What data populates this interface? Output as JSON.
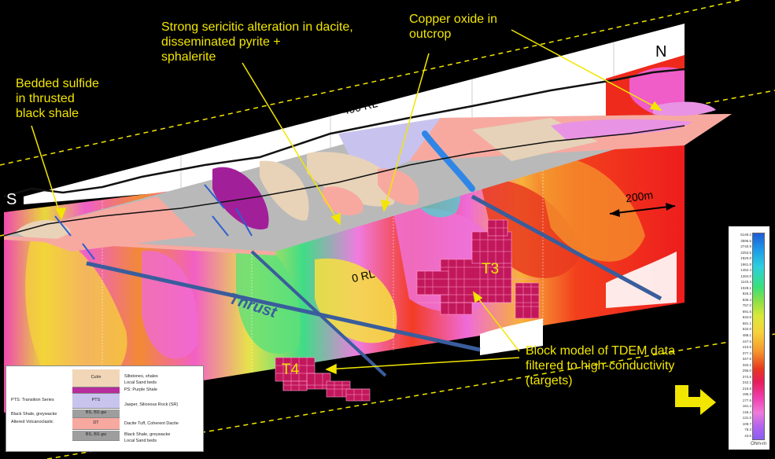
{
  "annotations": {
    "bedded_sulfide": "Bedded sulfide\nin thrusted\nblack shale",
    "sericitic": "Strong sericitic alteration in dacite,\ndisseminated pyrite +\nsphalerite",
    "copper_oxide": "Copper oxide in\noutcrop",
    "block_model": "Block model of TDEM data\nfiltered to high-conductivity\n(targets)"
  },
  "labels": {
    "south": "S",
    "north": "N",
    "rl_400": "400 RL",
    "rl_0": "0 RL",
    "scale": "200m",
    "thrust": "Thrust",
    "t3": "T3",
    "t4": "T4"
  },
  "legend": {
    "culm": "Culm",
    "culm_desc": "Siltstones, shales",
    "culm_sub": "Local Sand beds",
    "ps": "PS: Purple Shale",
    "pts_series": "PTS: Transition Series",
    "pts": "PTS",
    "jasper": "Jasper, Siliceous Rock (SR)",
    "bs_left": "Black Shale, greywacke",
    "bsgw": "BS, BS gw",
    "altered": "Altered Volcanoclastic",
    "dt": "DT",
    "dacite": "Dacite Tuff, Coherent Dacite",
    "bsgw2": "BS, BS gw",
    "bs_right": "Black Shale, greywacke",
    "bs_sub": "Local Sand beds"
  },
  "colorbar": {
    "ticks": [
      "5148.2",
      "3596.5",
      "2740.9",
      "2253.5",
      "1920.8",
      "1661.8",
      "1452.4",
      "1284.0",
      "1143.4",
      "1028.1",
      "926.2",
      "836.4",
      "757.0",
      "691.6",
      "634.6",
      "581.1",
      "532.0",
      "488.1",
      "447.6",
      "410.5",
      "377.4",
      "347.6",
      "320.1",
      "295.0",
      "272.5",
      "242.1",
      "216.8",
      "196.3",
      "177.6",
      "161.4",
      "146.4",
      "131.0",
      "109.7",
      "78.3",
      "43.6"
    ],
    "unit": "Ohm-m"
  },
  "colors": {
    "annotation": "#f2e600",
    "thrust": "#3a5d9c",
    "target": "#c2185b"
  }
}
